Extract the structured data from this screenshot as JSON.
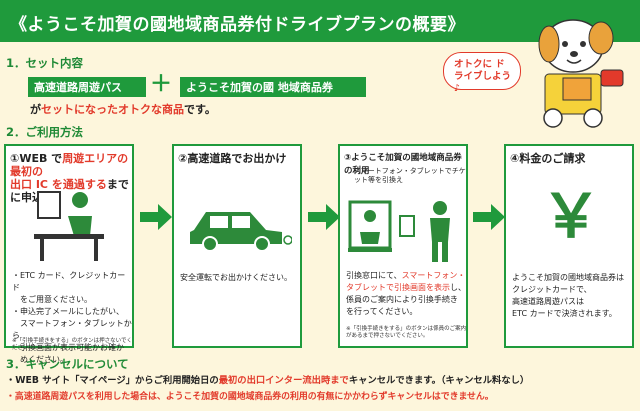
{
  "header": {
    "title": "《ようこそ加賀の國地域商品券付ドライブプランの概要》"
  },
  "mascot": {
    "bubble": "オトクに ドライブしよう♪"
  },
  "section1": {
    "heading": "1．セット内容",
    "pass_label": "高速道路周遊パス",
    "plus": "＋",
    "coupon_label": "ようこそ加賀の國 地域商品券",
    "desc_pre": "が",
    "desc_red": "セットになったオトクな商品",
    "desc_post": "です。"
  },
  "section2": {
    "heading": "2．ご利用方法"
  },
  "step1": {
    "title_pre": "①WEB で",
    "title_red1": "周遊エリアの最初の",
    "title_red2": "出口 IC を通過する",
    "title_post": "までに申込み",
    "bullet1": "・ETC カード、クレジットカード",
    "bullet1b": "　をご用意ください。",
    "bullet2": "・申込完了メールにしたがい、",
    "bullet2b": "　スマートフォン・タブレットから",
    "bullet2c": "　引換画面が表示可能かお確か",
    "bullet2d": "　めください。",
    "note": "※「引換手続きをする」のボタンは押さないでください。"
  },
  "step2": {
    "title": "②高速道路でお出かけ",
    "body": "安全運転でお出かけください。"
  },
  "step3": {
    "title": "③ようこそ加賀の國地域商品券の利用",
    "subtitle": "スマートフォン・タブレットでチケット等を引換え",
    "body_pre": "引換窓口にて、",
    "body_red1": "スマートフォン・",
    "body_red2": "タブレットで引換画面を表示",
    "body_mid": "し、",
    "body_line3": "係員のご案内により引換手続き",
    "body_line4": "を行ってください。",
    "note": "※「引換手続きをする」のボタンは係員のご案内があるまで押さないでください。"
  },
  "step4": {
    "title": "④料金のご請求",
    "yen": "￥",
    "body1": "ようこそ加賀の國地域商品券は",
    "body2": "クレジットカードで、",
    "body3": "高速道路周遊パスは",
    "body4": "ETC カードで決済されます。"
  },
  "section3": {
    "heading": "3．キャンセルについて",
    "line1_pre": "・WEB サイト「マイページ」からご利用開始日の",
    "line1_red": "最初の出口インター流出時まで",
    "line1_post": "キャンセルできます。（キャンセル料なし）",
    "line2": "・高速道路周遊パスを利用した場合は、ようこそ加賀の國地域商品券の利用の有無にかかわらずキャンセルはできません。"
  },
  "colors": {
    "green": "#1f9a3c",
    "red": "#e23a2b",
    "background": "#fdf6dc"
  }
}
